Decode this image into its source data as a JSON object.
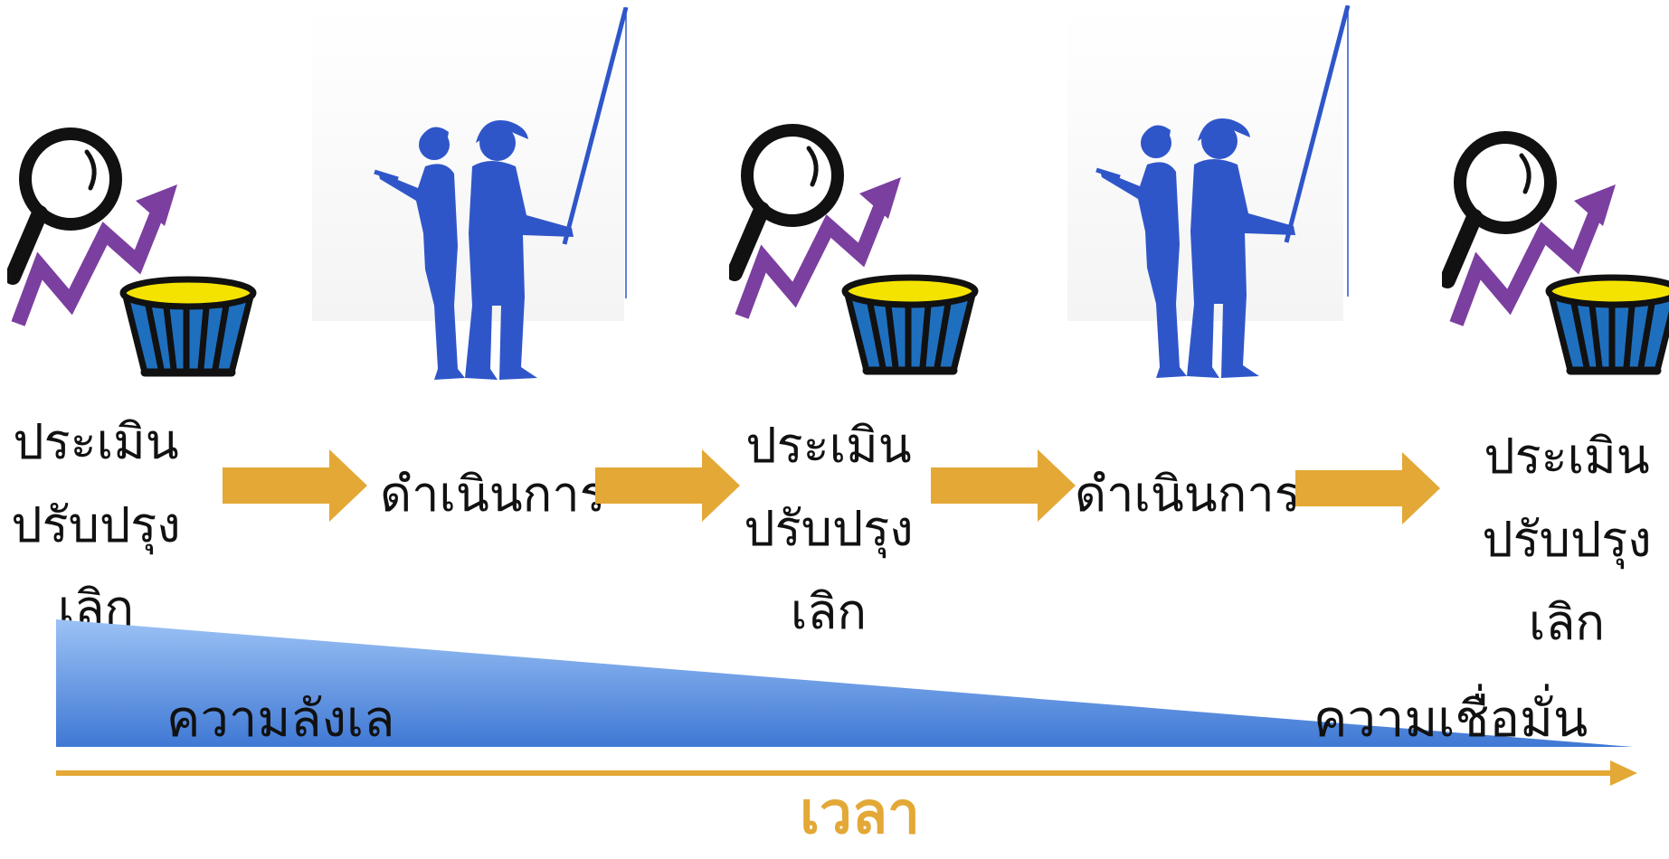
{
  "stages": [
    {
      "lines": [
        "ประเมิน",
        "ปรับปรุง",
        "เลิก"
      ]
    },
    {
      "lines": [
        "ประเมิน",
        "ปรับปรุง",
        "เลิก"
      ]
    },
    {
      "lines": [
        "ประเมิน",
        "ปรับปรุง",
        "เลิก"
      ]
    }
  ],
  "actions": [
    "ดำเนินการ",
    "ดำเนินการ"
  ],
  "wedge": {
    "left_label": "ความลังเล",
    "right_label": "ความเชื่อมั่น"
  },
  "timeline": {
    "label": "เวลา"
  },
  "colors": {
    "arrow": "#e3a836",
    "people": "#2f56c9",
    "growth_arrow": "#7b3fa0",
    "basket": "#1f6fbf",
    "basket_rim": "#f4e300",
    "wedge_top": "#9cc2f5",
    "wedge_bottom": "#3f78d4",
    "timeline": "#e3a836"
  },
  "icons": [
    "magnifier-icon",
    "growth-arrow-icon",
    "basket-icon",
    "people-fishing-icon"
  ]
}
